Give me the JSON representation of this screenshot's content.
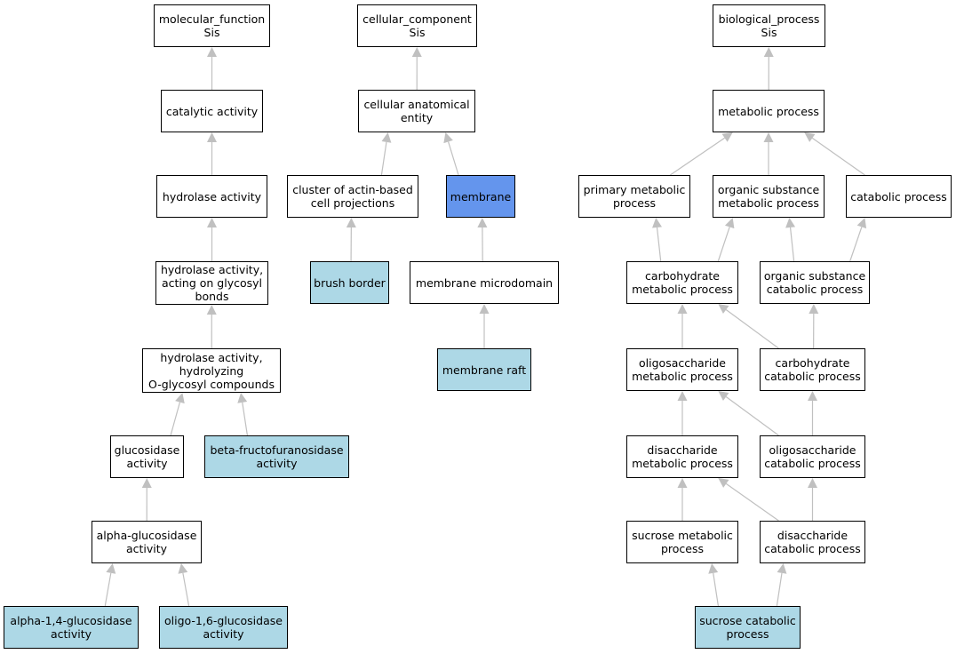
{
  "colors": {
    "default_fill": "#ffffff",
    "annotated_fill": "#add8e6",
    "selected_fill": "#6495ed",
    "edge": "#c0c0c0",
    "border": "#000000"
  },
  "nodes": {
    "mf_root": {
      "label": "molecular_function\nSis",
      "style": "default"
    },
    "catalytic": {
      "label": "catalytic activity",
      "style": "default"
    },
    "hydrolase": {
      "label": "hydrolase activity",
      "style": "default"
    },
    "hydrolase_glycosyl": {
      "label": "hydrolase activity,\nacting on glycosyl\nbonds",
      "style": "default"
    },
    "hydrolase_oglycosyl": {
      "label": "hydrolase activity,\nhydrolyzing\nO-glycosyl compounds",
      "style": "default"
    },
    "glucosidase": {
      "label": "glucosidase\nactivity",
      "style": "default"
    },
    "beta_fructo": {
      "label": "beta-fructofuranosidase\nactivity",
      "style": "annotated"
    },
    "alpha_glucosidase": {
      "label": "alpha-glucosidase\nactivity",
      "style": "default"
    },
    "alpha14": {
      "label": "alpha-1,4-glucosidase\nactivity",
      "style": "annotated"
    },
    "oligo16": {
      "label": "oligo-1,6-glucosidase\nactivity",
      "style": "annotated"
    },
    "cc_root": {
      "label": "cellular_component\nSis",
      "style": "default"
    },
    "cell_anat": {
      "label": "cellular anatomical\nentity",
      "style": "default"
    },
    "cluster_actin": {
      "label": "cluster of actin-based\ncell projections",
      "style": "default"
    },
    "membrane": {
      "label": "membrane",
      "style": "selected"
    },
    "brush_border": {
      "label": "brush border",
      "style": "annotated"
    },
    "membrane_micro": {
      "label": "membrane microdomain",
      "style": "default"
    },
    "membrane_raft": {
      "label": "membrane raft",
      "style": "annotated"
    },
    "bp_root": {
      "label": "biological_process\nSis",
      "style": "default"
    },
    "metabolic": {
      "label": "metabolic process",
      "style": "default"
    },
    "primary_met": {
      "label": "primary metabolic\nprocess",
      "style": "default"
    },
    "organic_met": {
      "label": "organic substance\nmetabolic process",
      "style": "default"
    },
    "catabolic": {
      "label": "catabolic process",
      "style": "default"
    },
    "carb_met": {
      "label": "carbohydrate\nmetabolic process",
      "style": "default"
    },
    "organic_cat": {
      "label": "organic substance\ncatabolic process",
      "style": "default"
    },
    "oligo_met": {
      "label": "oligosaccharide\nmetabolic process",
      "style": "default"
    },
    "carb_cat": {
      "label": "carbohydrate\ncatabolic process",
      "style": "default"
    },
    "di_met": {
      "label": "disaccharide\nmetabolic process",
      "style": "default"
    },
    "oligo_cat": {
      "label": "oligosaccharide\ncatabolic process",
      "style": "default"
    },
    "sucrose_met": {
      "label": "sucrose metabolic\nprocess",
      "style": "default"
    },
    "di_cat": {
      "label": "disaccharide\ncatabolic process",
      "style": "default"
    },
    "sucrose_cat": {
      "label": "sucrose catabolic\nprocess",
      "style": "annotated"
    }
  },
  "edges": [
    [
      "catalytic",
      "mf_root"
    ],
    [
      "hydrolase",
      "catalytic"
    ],
    [
      "hydrolase_glycosyl",
      "hydrolase"
    ],
    [
      "hydrolase_oglycosyl",
      "hydrolase_glycosyl"
    ],
    [
      "glucosidase",
      "hydrolase_oglycosyl"
    ],
    [
      "beta_fructo",
      "hydrolase_oglycosyl"
    ],
    [
      "alpha_glucosidase",
      "glucosidase"
    ],
    [
      "alpha14",
      "alpha_glucosidase"
    ],
    [
      "oligo16",
      "alpha_glucosidase"
    ],
    [
      "cell_anat",
      "cc_root"
    ],
    [
      "cluster_actin",
      "cell_anat"
    ],
    [
      "membrane",
      "cell_anat"
    ],
    [
      "brush_border",
      "cluster_actin"
    ],
    [
      "membrane_micro",
      "membrane"
    ],
    [
      "membrane_raft",
      "membrane_micro"
    ],
    [
      "metabolic",
      "bp_root"
    ],
    [
      "primary_met",
      "metabolic"
    ],
    [
      "organic_met",
      "metabolic"
    ],
    [
      "catabolic",
      "metabolic"
    ],
    [
      "carb_met",
      "primary_met"
    ],
    [
      "carb_met",
      "organic_met"
    ],
    [
      "organic_cat",
      "organic_met"
    ],
    [
      "organic_cat",
      "catabolic"
    ],
    [
      "oligo_met",
      "carb_met"
    ],
    [
      "carb_cat",
      "carb_met"
    ],
    [
      "carb_cat",
      "organic_cat"
    ],
    [
      "di_met",
      "oligo_met"
    ],
    [
      "oligo_cat",
      "oligo_met"
    ],
    [
      "oligo_cat",
      "carb_cat"
    ],
    [
      "sucrose_met",
      "di_met"
    ],
    [
      "di_cat",
      "di_met"
    ],
    [
      "di_cat",
      "oligo_cat"
    ],
    [
      "sucrose_cat",
      "sucrose_met"
    ],
    [
      "sucrose_cat",
      "di_cat"
    ]
  ]
}
